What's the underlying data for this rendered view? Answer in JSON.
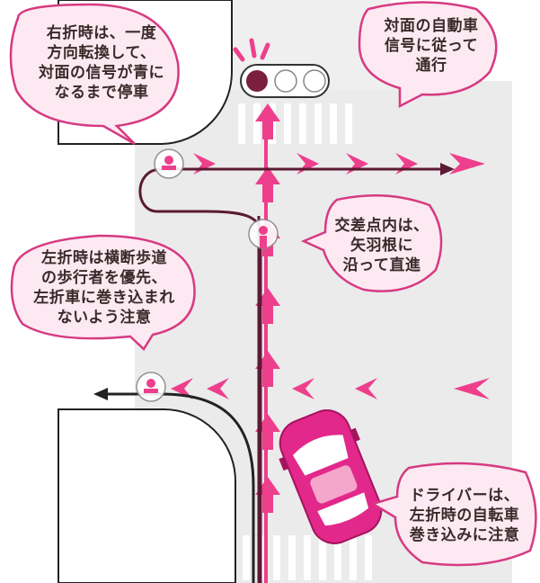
{
  "callouts": {
    "right_turn": [
      "右折時は、一度",
      "方向転換して、",
      "対面の信号が青に",
      "なるまで停車"
    ],
    "signal": [
      "対面の自動車",
      "信号に従って",
      "通行"
    ],
    "straight": [
      "交差点内は、",
      "矢羽根に",
      "沿って直進"
    ],
    "left_turn": [
      "左折時は横断歩道",
      "の歩行者を優先、",
      "左折車に巻き込まれ",
      "ないよう注意"
    ],
    "driver": [
      "ドライバーは、",
      "左折時の自転車",
      "巻き込みに注意"
    ]
  },
  "colors": {
    "arrow_pink": "#ee3f8c",
    "arrow_pink_light": "#f7a8c8",
    "path_dark": "#5b1a33",
    "car": "#e2288a",
    "bubble_fill": "#fde9f1",
    "bubble_stroke": "#d63a82",
    "signal_red": "#7a1f3d",
    "road_gray": "#e6e6e6"
  },
  "signal": {
    "lamps": [
      "red-lit",
      "off",
      "off"
    ]
  }
}
